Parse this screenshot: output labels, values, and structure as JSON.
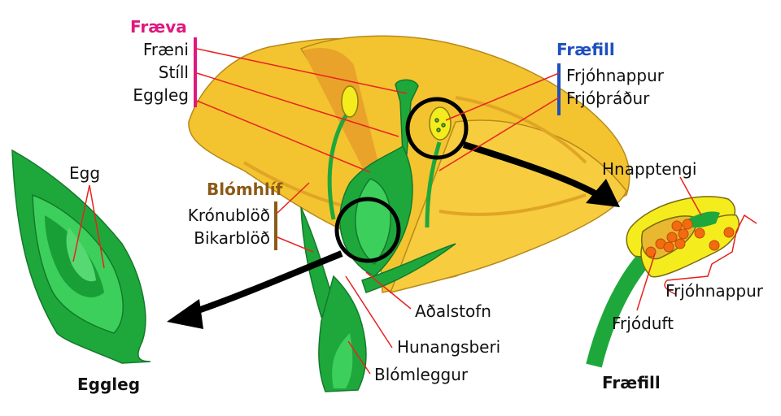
{
  "colors": {
    "pistil": "#e0197d",
    "stamen": "#1f4fbf",
    "perianth": "#8b5a17",
    "leader": "#e8221f",
    "petal": "#f4c430",
    "green_dark": "#18a036",
    "green_light": "#3dcf5c"
  },
  "pistil_group": {
    "title": "Fræva",
    "items": [
      "Fræni",
      "Stíll",
      "Eggleg"
    ]
  },
  "stamen_group": {
    "title": "Fræfill",
    "items": [
      "Frjóhnappur",
      "Frjóþráður"
    ]
  },
  "perianth_group": {
    "title": "Blómhlíf",
    "items": [
      "Krónublöð",
      "Bikarblöð"
    ]
  },
  "center_labels": {
    "receptacle": "Aðalstofn",
    "nectary": "Hunangsberi",
    "stalk": "Blómleggur"
  },
  "ovary_detail": {
    "egg": "Egg",
    "caption": "Eggleg"
  },
  "stamen_detail": {
    "connective": "Hnapptengi",
    "anther": "Frjóhnappur",
    "pollen": "Frjóduft",
    "caption": "Fræfill"
  }
}
